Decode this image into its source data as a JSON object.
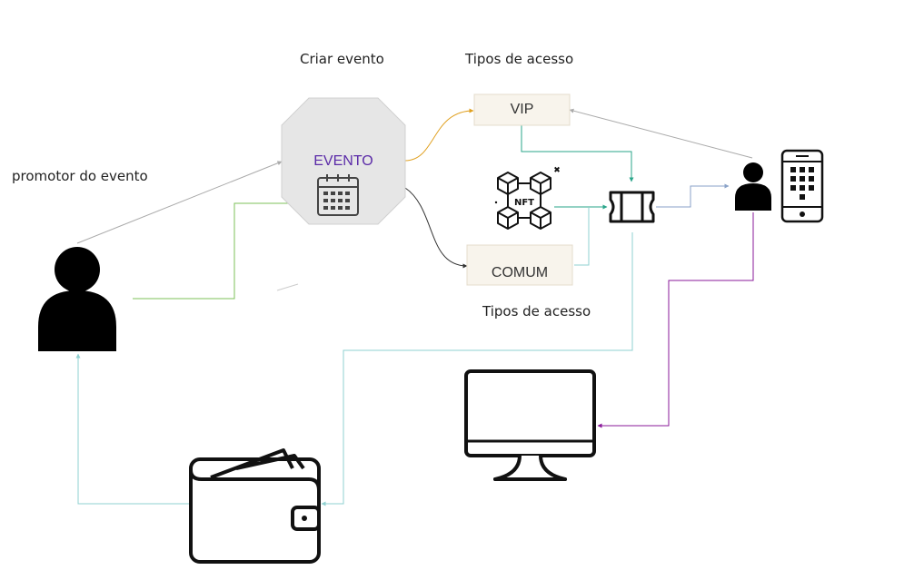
{
  "labels": {
    "promoter": "promotor do evento",
    "create_event": "Criar evento",
    "access_types_top": "Tipos de acesso",
    "access_types_bottom": "Tipos de acesso"
  },
  "nodes": {
    "event": "EVENTO",
    "vip": "VIP",
    "comum": "COMUM",
    "nft": "NFT"
  },
  "colors": {
    "event_fill": "#e6e6e6",
    "event_text": "#5b2ba8",
    "box_fill": "#f8f4ec",
    "orange_edge": "#e0a020",
    "green_edge": "#7cc25a",
    "teal_edge": "#8fd0d0",
    "purple_edge": "#8a1a9a",
    "gray_edge": "#aaaaaa",
    "dark_edge": "#333333"
  },
  "icons": [
    "person-icon",
    "calendar-icon",
    "nft-cubes-icon",
    "ticket-icon",
    "smartphone-icon",
    "monitor-icon",
    "wallet-icon"
  ]
}
